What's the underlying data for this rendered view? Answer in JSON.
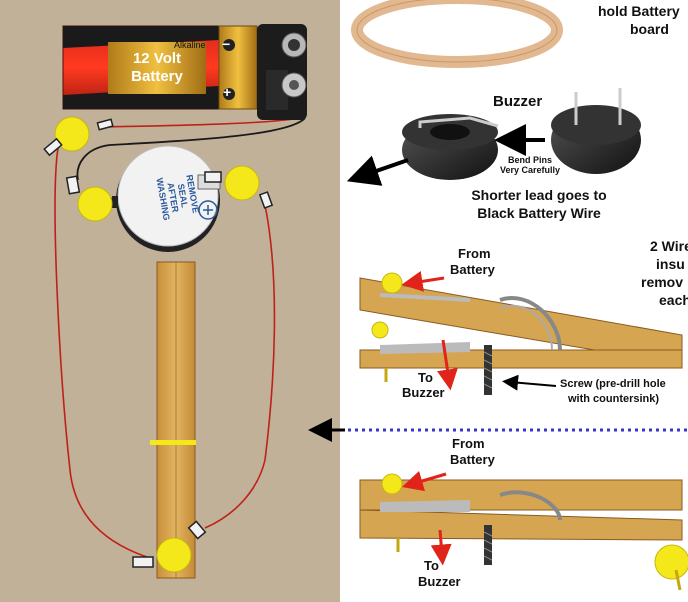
{
  "battery": {
    "brand": "Alkaline",
    "title_line1": "12 Volt",
    "title_line2": "Battery",
    "minus_sign": "−",
    "plus_sign": "+"
  },
  "buzzer_sticker": {
    "line1": "REMOVE",
    "line2": "SEAL",
    "line3": "AFTER",
    "line4": "WASHING"
  },
  "labels": {
    "rubber_band_note_line1": "hold Battery",
    "rubber_band_note_line2": "board",
    "buzzer_title": "Buzzer",
    "bend_pins_line1": "Bend Pins",
    "bend_pins_line2": "Very Carefully",
    "shorter_lead_line1": "Shorter lead goes to",
    "shorter_lead_line2": "Black Battery Wire",
    "wires_note_line1": "2 Wire",
    "wires_note_line2": "insu",
    "wires_note_line3": "remov",
    "wires_note_line4": "each",
    "from_battery_top_line1": "From",
    "from_battery_top_line2": "Battery",
    "to_buzzer_top_line1": "To",
    "to_buzzer_top_line2": "Buzzer",
    "screw_note_line1": "Screw (pre-drill hole",
    "screw_note_line2": "with countersink)",
    "from_battery_bottom_line1": "From",
    "from_battery_bottom_line2": "Battery",
    "to_buzzer_bottom_line1": "To",
    "to_buzzer_bottom_line2": "Buzzer"
  },
  "colors": {
    "board": "#c0b198",
    "wood": "#d6a54a",
    "tack": "#f5e81a",
    "red_wire": "#c0201a",
    "black_wire": "#1a1a1a",
    "dotted_line": "#3a33c9",
    "arrow_red": "#e0241a"
  },
  "icons": {
    "battery": "battery-9v-icon",
    "snap_connector": "battery-snap-icon",
    "buzzer": "piezo-buzzer-icon",
    "tack": "thumbtack-icon",
    "clothespin": "clothespin-icon",
    "screw": "screw-icon",
    "rubber_band": "rubber-band-icon"
  }
}
